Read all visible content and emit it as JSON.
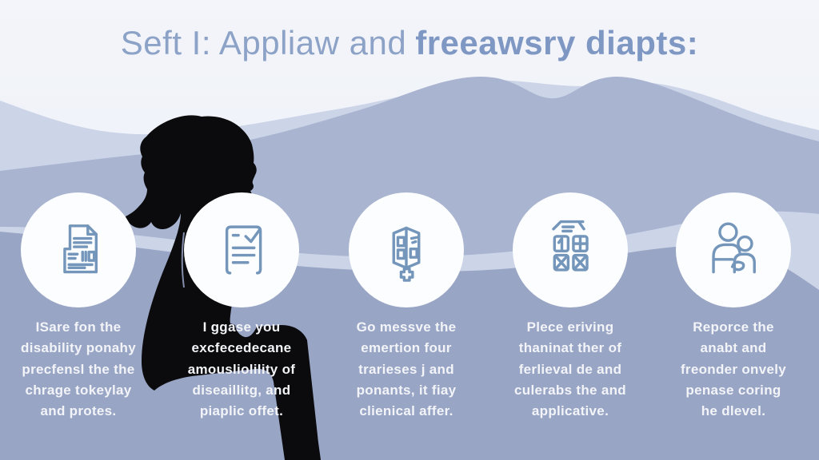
{
  "title": {
    "normal": "Seft I: Appliaw and",
    "bold": "freeawsry diapts:"
  },
  "figure": {
    "name": "seated-woman-silhouette"
  },
  "steps": [
    {
      "icon": "document-icon",
      "caption": "ISare fon the\ndisability ponahy\nprecfensl the the\nchrage tokeylay\nand protes."
    },
    {
      "icon": "checklist-icon",
      "caption": "I ggase you\nexcfecedecane\namousliolility of\ndiseaillitg, and\npiaplic offet."
    },
    {
      "icon": "medical-booklet-icon",
      "caption": "Go messve the\nemertion four\ntrarieses j and\nponants, it fiay\nclienical affer."
    },
    {
      "icon": "calendar-grid-icon",
      "caption": "Plece eriving\nthaninat ther of\nferlieval de and\nculerabs the and\napplicative."
    },
    {
      "icon": "caregiver-icon",
      "caption": "Reporce the\nanabt and\nfreonder onvely\npenase coring\nhe dlevel."
    }
  ],
  "colors": {
    "background_top": "#f2f4f9",
    "wave_light": "#ccd4e7",
    "wave_medium": "#a9b4d1",
    "wave_dark_bottom": "#99a5c5",
    "silhouette": "#0b0b0d",
    "circle_fill": "#fcfdfe",
    "icon_stroke": "#7496bb",
    "caption_text": "#f2f4f8",
    "title_normal": "#8ca2c7",
    "title_bold": "#7e97c3"
  }
}
